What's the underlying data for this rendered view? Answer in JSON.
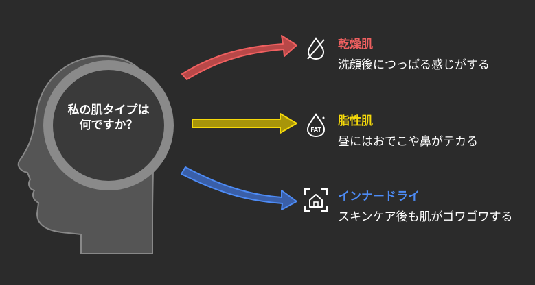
{
  "center": {
    "line1": "私の肌タイプは",
    "line2": "何ですか？"
  },
  "items": [
    {
      "title": "乾燥肌",
      "desc": "洗顔後につっぱる感じがする",
      "color": "#f06060",
      "icon": "no-water-drop-icon"
    },
    {
      "title": "脂性肌",
      "desc": "昼にはおでこや鼻がテカる",
      "color": "#f5d90a",
      "icon": "fat-drop-icon"
    },
    {
      "title": "インナードライ",
      "desc": "スキンケア後も肌がゴワゴワする",
      "color": "#4d8bf5",
      "icon": "home-scan-icon"
    }
  ],
  "colors": {
    "background": "#2b2b2b",
    "head": "#555555",
    "ring": "#3a3a3a",
    "red": "#f06060",
    "red_fill": "#b84848",
    "yellow": "#f5d90a",
    "yellow_fill": "#a8950a",
    "blue": "#4d8bf5",
    "blue_fill": "#3a5fa8"
  }
}
